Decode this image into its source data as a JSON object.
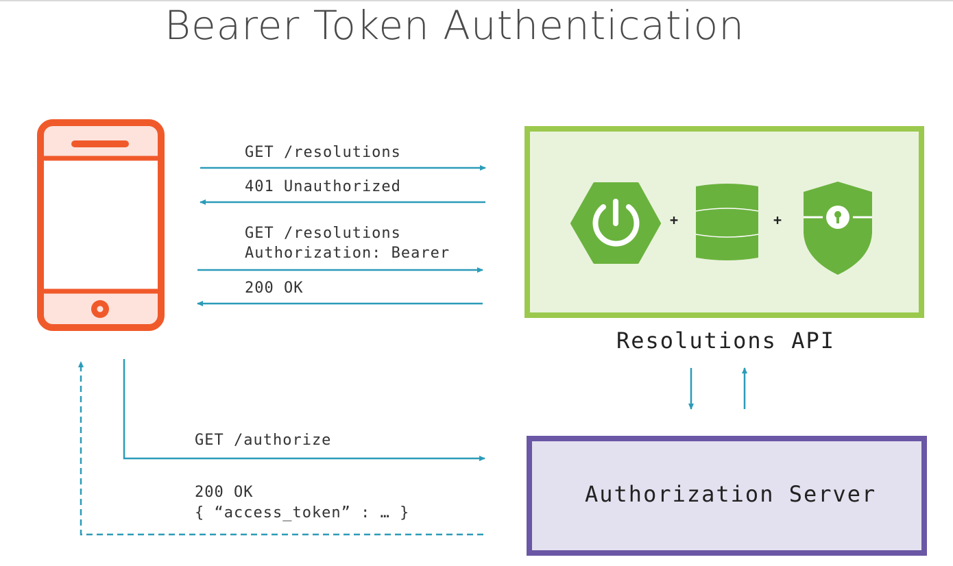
{
  "title": "Bearer Token Authentication",
  "messages": {
    "req1": "GET /resolutions",
    "resp1": "401 Unauthorized",
    "req2_line1": "GET /resolutions",
    "req2_line2": "Authorization: Bearer",
    "resp2": "200 OK",
    "auth_req": "GET /authorize",
    "auth_resp_line1": "200 OK",
    "auth_resp_line2": "{ “access_token” : … }"
  },
  "resource_server": {
    "label": "Resolutions API",
    "plus_1": "+",
    "plus_2": "+",
    "icons": [
      "spring-power-icon",
      "database-icon",
      "security-shield-icon"
    ]
  },
  "auth_server": {
    "label": "Authorization Server"
  },
  "client": {
    "icon": "smartphone-icon"
  },
  "colors": {
    "phone": "#f05a2b",
    "phone_fill": "#fde3dc",
    "arrow": "#2b9bb8",
    "api_border": "#9bc94d",
    "api_fill": "#e9f3dc",
    "api_icon": "#6ab23e",
    "auth_border": "#6a57a5",
    "auth_fill": "#e3e1ef"
  }
}
